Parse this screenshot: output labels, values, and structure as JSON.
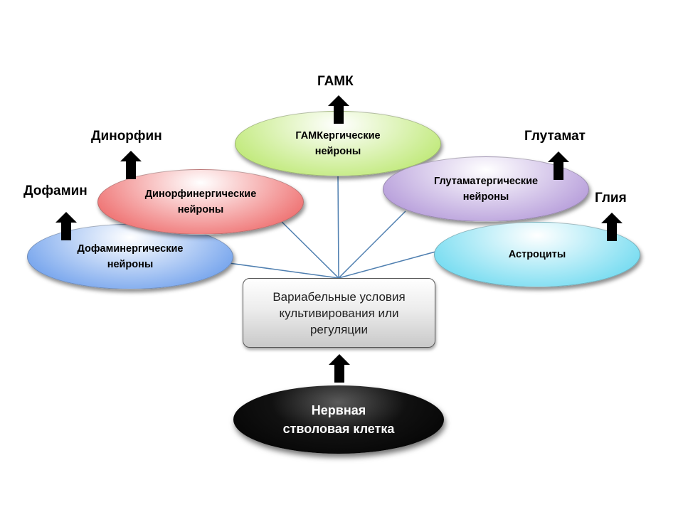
{
  "diagram": {
    "source_box": {
      "label": "Вариабельные  условия\nкультивирования  или\nрегуляции"
    },
    "stem_cell": {
      "label": "Нервная\nстволовая клетка"
    },
    "cells": [
      {
        "id": "dopa",
        "label": "Дофаминергические\nнейроны",
        "product": "Дофамин",
        "color": "#6fa0ec"
      },
      {
        "id": "dyno",
        "label": "Динорфинергические\nнейроны",
        "product": "Динорфин",
        "color": "#ee6b6b"
      },
      {
        "id": "gaba",
        "label": "ГАМКергические\nнейроны",
        "product": "ГАМК",
        "color": "#bde873"
      },
      {
        "id": "gluta",
        "label": "Глутаматергические\nнейроны",
        "product": "Глутамат",
        "color": "#b49ad9"
      },
      {
        "id": "astro",
        "label": "Астроциты",
        "product": "Глия",
        "color": "#6fdaf0"
      }
    ],
    "colors": {
      "connector": "#4f7fb0",
      "arrow": "#000000",
      "stem_cell_fill": "#000000"
    }
  }
}
